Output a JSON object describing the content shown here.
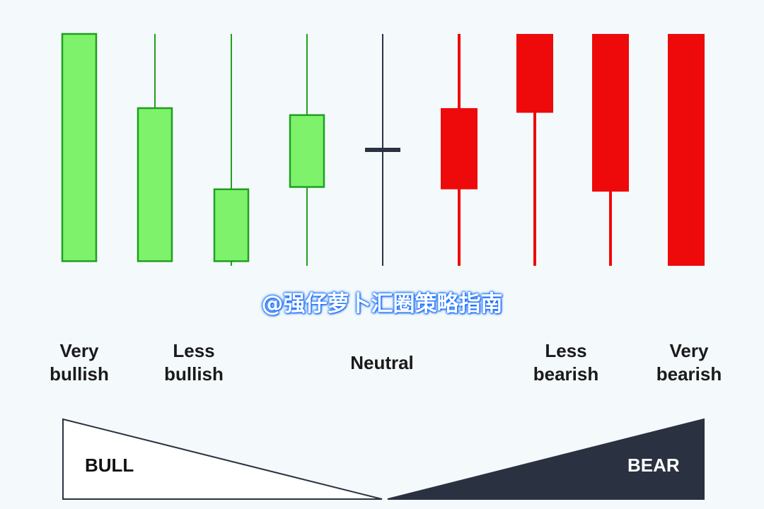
{
  "diagram": {
    "candles": [
      {
        "kind": "bull",
        "open": 0.02,
        "close": 1.0,
        "high": 1.0,
        "low": 0.02
      },
      {
        "kind": "bull",
        "open": 0.02,
        "close": 0.68,
        "high": 1.0,
        "low": 0.02
      },
      {
        "kind": "bull",
        "open": 0.02,
        "close": 0.33,
        "high": 1.0,
        "low": 0.0
      },
      {
        "kind": "bull",
        "open": 0.34,
        "close": 0.65,
        "high": 1.0,
        "low": 0.0
      },
      {
        "kind": "neutral",
        "open": 0.5,
        "close": 0.5,
        "high": 1.0,
        "low": 0.0
      },
      {
        "kind": "bear",
        "open": 0.68,
        "close": 0.33,
        "high": 1.0,
        "low": 0.0
      },
      {
        "kind": "bear",
        "open": 1.0,
        "close": 0.66,
        "high": 1.0,
        "low": 0.0
      },
      {
        "kind": "bear",
        "open": 1.0,
        "close": 0.32,
        "high": 1.0,
        "low": 0.0
      },
      {
        "kind": "bear",
        "open": 1.0,
        "close": 0.0,
        "high": 1.0,
        "low": 0.0
      }
    ],
    "colors": {
      "bull_body": "#7ef26a",
      "bull_edge": "#1fa01f",
      "bear_body": "#ee0a0a",
      "neutral": "#2b3240",
      "bear_wedge": "#2a3140"
    }
  },
  "watermark": "@强仔萝卜汇圈策略指南",
  "labels": {
    "very_bullish": {
      "line1": "Very",
      "line2": "bullish"
    },
    "less_bullish": {
      "line1": "Less",
      "line2": "bullish"
    },
    "neutral": "Neutral",
    "less_bearish": {
      "line1": "Less",
      "line2": "bearish"
    },
    "very_bearish": {
      "line1": "Very",
      "line2": "bearish"
    }
  },
  "scale": {
    "bull_label": "BULL",
    "bear_label": "BEAR"
  }
}
